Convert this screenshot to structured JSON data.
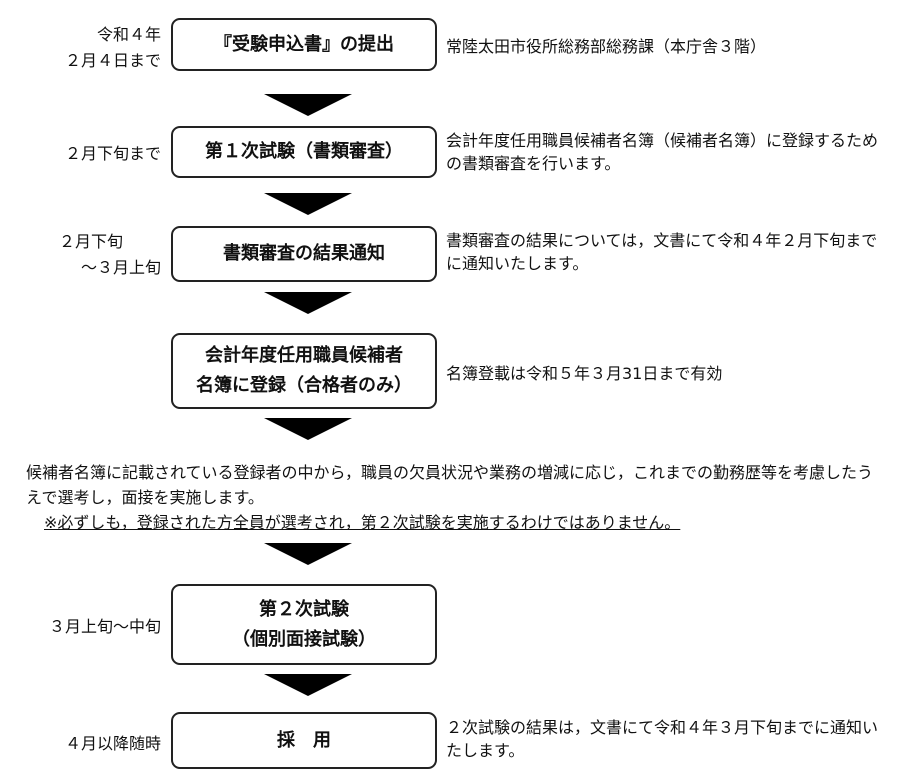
{
  "steps": [
    {
      "date": [
        "令和４年",
        "２月４日まで"
      ],
      "box": [
        "『受験申込書』の提出"
      ],
      "note": "常陸太田市役所総務部総務課（本庁舎３階）"
    },
    {
      "date": [
        "２月下旬まで"
      ],
      "box": [
        "第１次試験（書類審査）"
      ],
      "note": "会計年度任用職員候補者名簿（候補者名簿）に登録するための書類審査を行います。"
    },
    {
      "date": [
        "２月下旬",
        "～３月上旬"
      ],
      "box": [
        "書類審査の結果通知"
      ],
      "note": "書類審査の結果については，文書にて令和４年２月下旬までに通知いたします。"
    },
    {
      "date": [],
      "box": [
        "会計年度任用職員候補者",
        "名簿に登録（合格者のみ）"
      ],
      "note": "名簿登載は令和５年３月31日まで有効"
    },
    {
      "date": [
        "３月上旬～中旬"
      ],
      "box": [
        "第２次試験",
        "（個別面接試験）"
      ],
      "note": ""
    },
    {
      "date": [
        "４月以降随時"
      ],
      "box": [
        "採　用"
      ],
      "note": "２次試験の結果は，文書にて令和４年３月下旬までに通知いたします。"
    }
  ],
  "middle_text": {
    "main": "候補者名簿に記載されている登録者の中から，職員の欠員状況や業務の増減に応じ，これまでの勤務歴等を考慮したうえで選考し，面接を実施します。",
    "caution": "※必ずしも，登録された方全員が選考され，第２次試験を実施するわけではありません。"
  }
}
